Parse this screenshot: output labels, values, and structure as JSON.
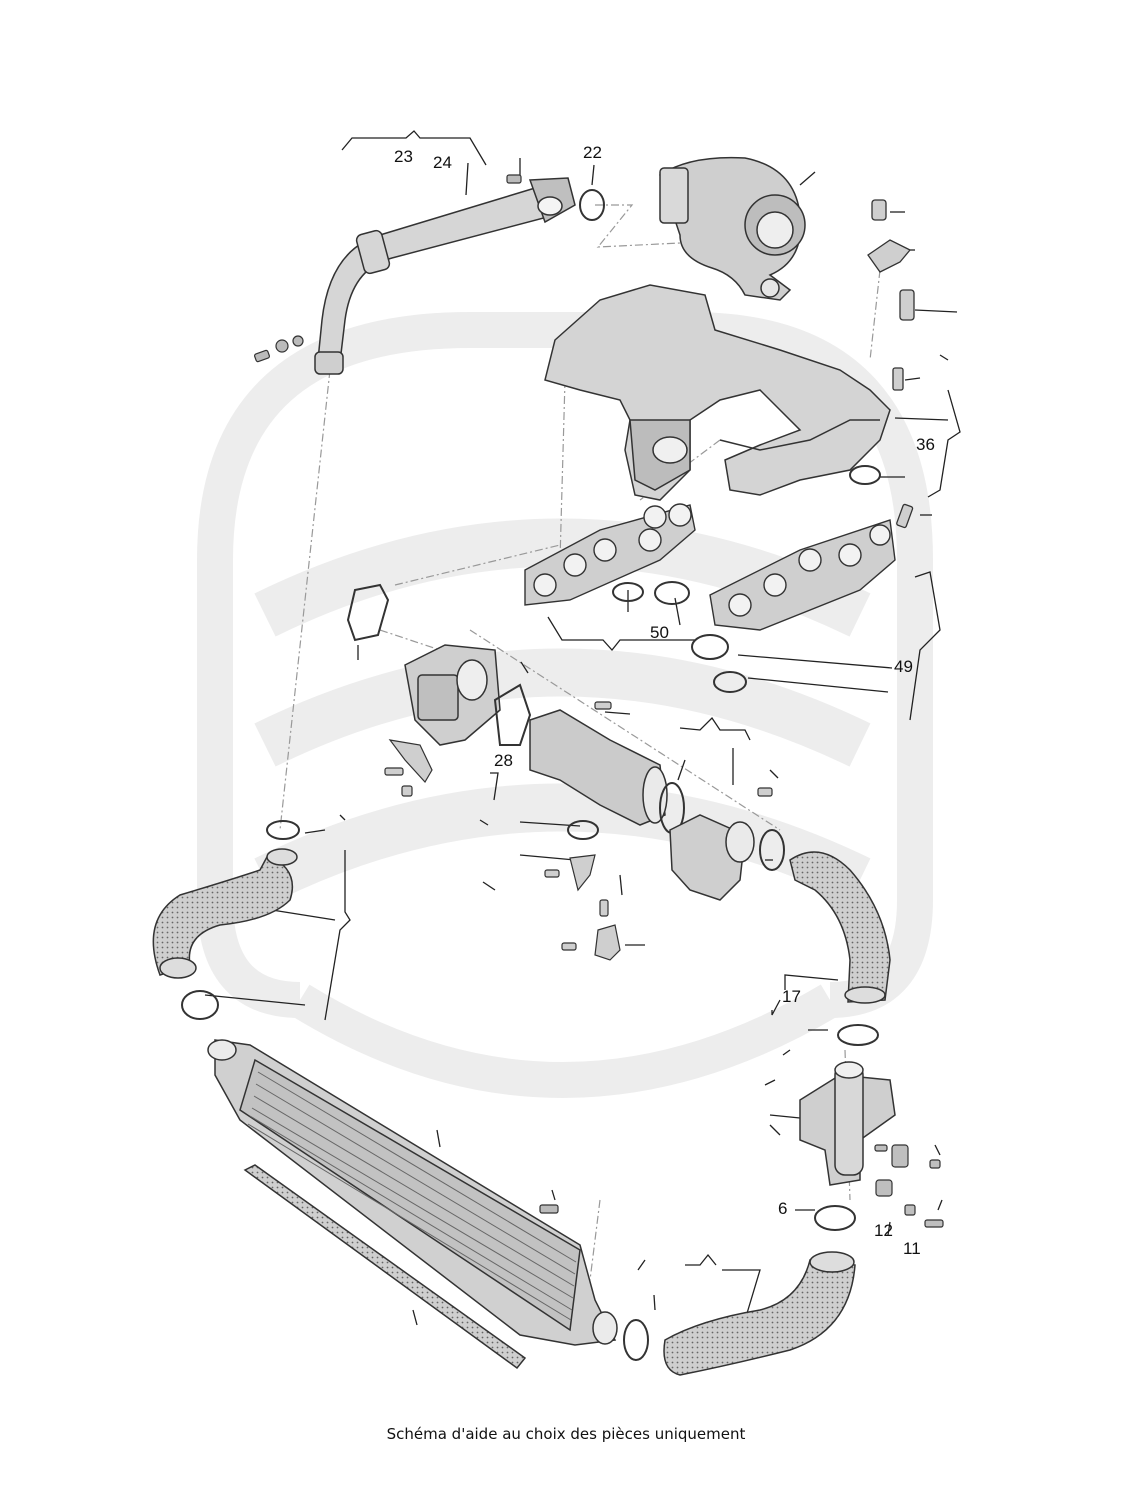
{
  "callouts": [
    {
      "id": "c23",
      "text": "23"
    },
    {
      "id": "c24",
      "text": "24"
    },
    {
      "id": "c22",
      "text": "22"
    },
    {
      "id": "c36",
      "text": "36"
    },
    {
      "id": "c50",
      "text": "50"
    },
    {
      "id": "c49",
      "text": "49"
    },
    {
      "id": "c28",
      "text": "28"
    },
    {
      "id": "c17",
      "text": "17"
    },
    {
      "id": "c6",
      "text": "6"
    },
    {
      "id": "c12",
      "text": "12"
    },
    {
      "id": "c11",
      "text": "11"
    }
  ],
  "caption": "Schéma d'aide au choix des pièces uniquement",
  "colors": {
    "watermark": "#ececec",
    "part_fill": "#d9d9d9",
    "part_stroke": "#333333",
    "hose_fill": "#c9c9c9"
  }
}
